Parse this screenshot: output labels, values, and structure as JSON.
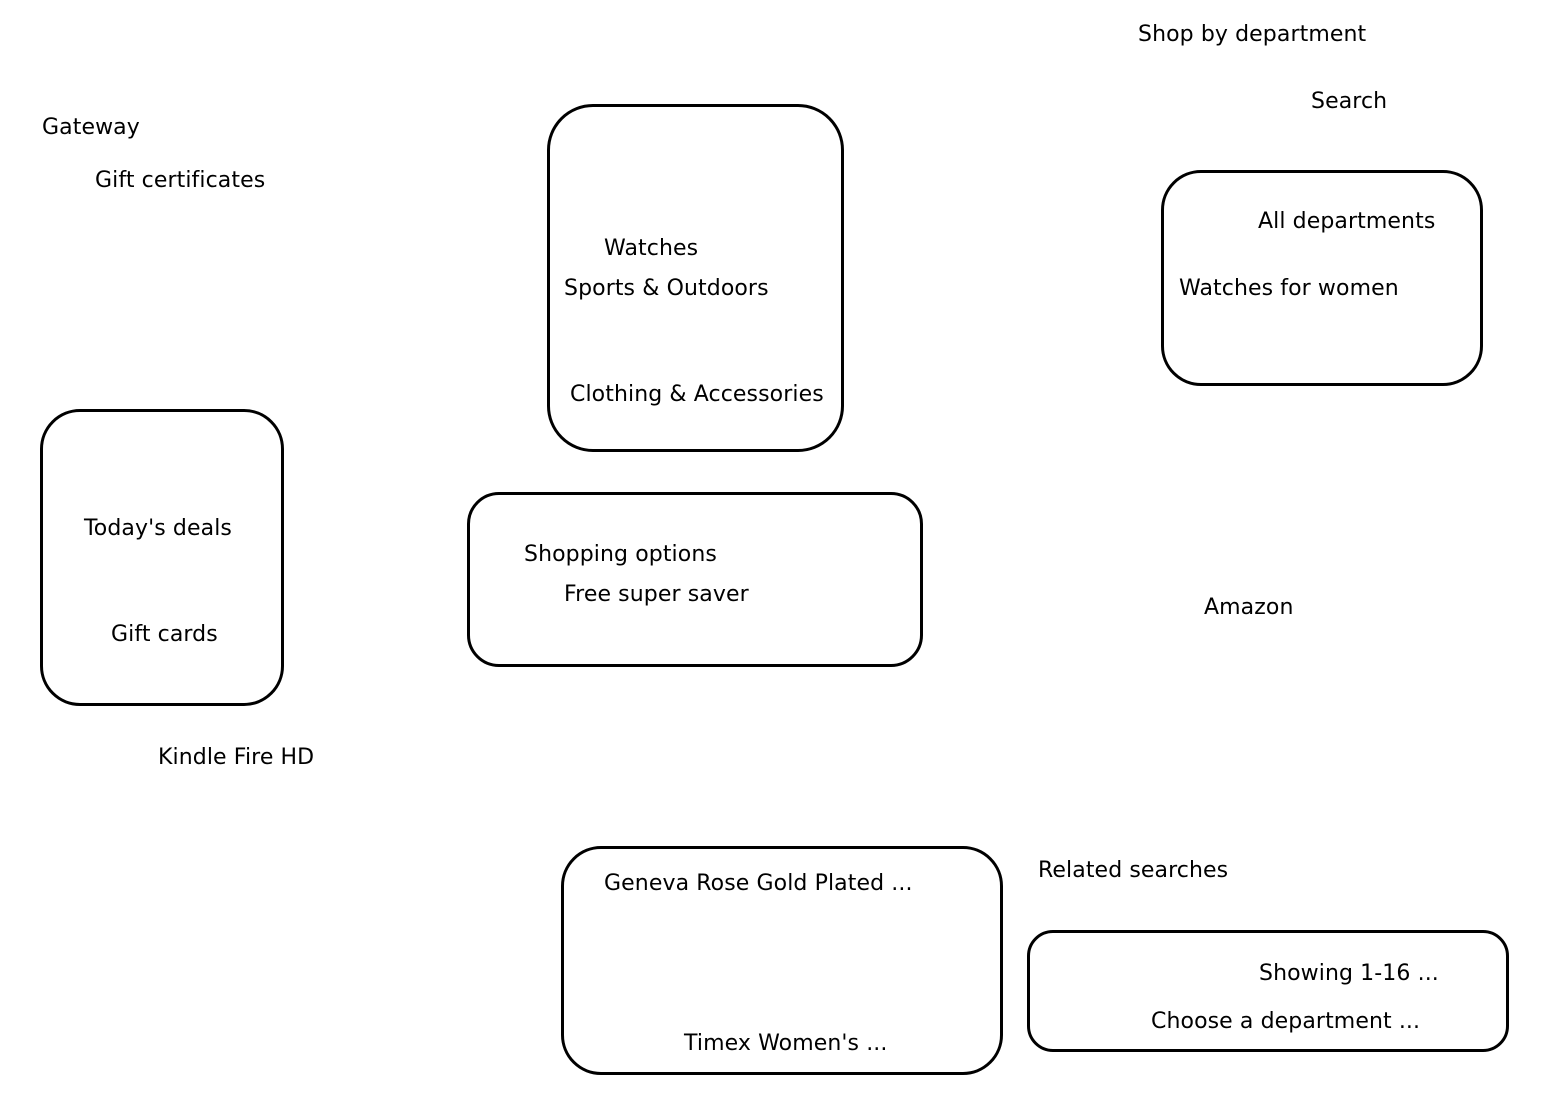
{
  "labels": {
    "shop_by_department": "Shop by department",
    "search": "Search",
    "gateway": "Gateway",
    "gift_certificates": "Gift certificates",
    "amazon": "Amazon",
    "kindle_fire_hd": "Kindle Fire HD",
    "related_searches": "Related searches"
  },
  "boxes": {
    "categories": {
      "watches": "Watches",
      "sports_outdoors": "Sports & Outdoors",
      "clothing_accessories": "Clothing & Accessories"
    },
    "departments": {
      "all_departments": "All departments",
      "watches_for_women": "Watches for women"
    },
    "deals": {
      "todays_deals": "Today's deals",
      "gift_cards": "Gift cards"
    },
    "shopping": {
      "shopping_options": "Shopping options",
      "free_super_saver": "Free super saver"
    },
    "products": {
      "geneva": "Geneva Rose Gold Plated ...",
      "timex": "Timex Women's ..."
    },
    "results": {
      "showing": "Showing 1-16 ...",
      "choose_department": "Choose a department ..."
    }
  },
  "colors": {
    "stroke": "#000000",
    "background": "#ffffff"
  }
}
